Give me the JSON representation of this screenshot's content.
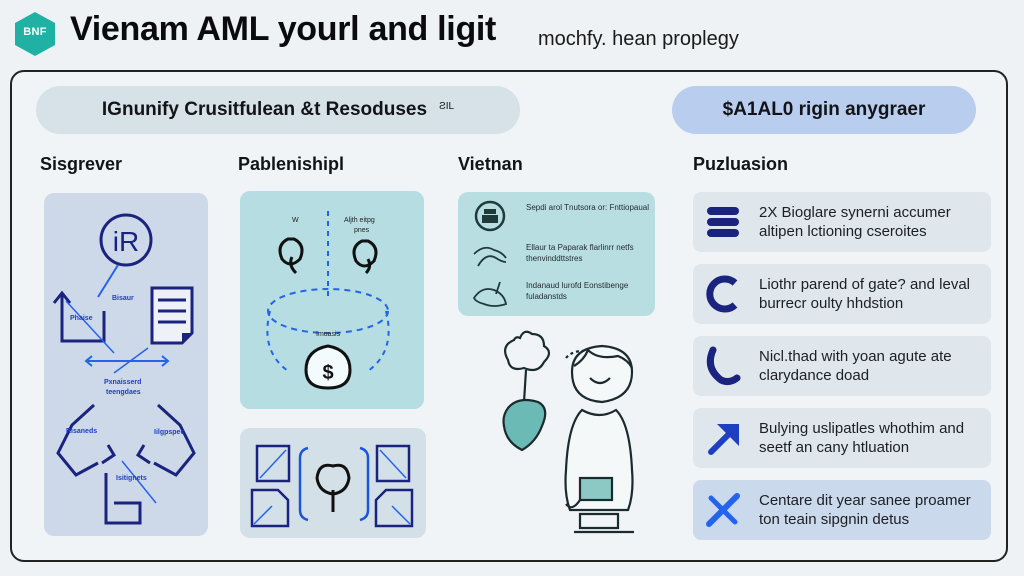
{
  "header": {
    "logo_text": "BNF",
    "title": "Vienam AML yourl and ligit",
    "subtitle": "mochfy. hean proplegy"
  },
  "pills": {
    "left_label": "IGnunify Crusitfulean &t Resoduses",
    "left_badge": "ƧIL",
    "right_label": "$A1AL0 rigin anygraer"
  },
  "columns": {
    "col1": "Sisgrever",
    "col2": "Pablenishipl",
    "col3": "Vietnan",
    "col4": "Puzluasion"
  },
  "diagram_left": {
    "labels": [
      "Bisaur",
      "Phaise",
      "Pxnaisserd",
      "teengdaes",
      "Risaneds",
      "Iilgpspec",
      "Isitignets"
    ],
    "icons": [
      "registered-circle-icon",
      "document-icon",
      "arrow-cycle-icon"
    ]
  },
  "diagram_mid": {
    "labels": [
      "W",
      "Aljth eitpg",
      "pnes",
      "Imuasis"
    ],
    "icons": [
      "snake-coin-icon",
      "dollar-coin-icon"
    ]
  },
  "viet_list": {
    "items": [
      {
        "icon": "cake-icon",
        "text": "Sepdi arol Tnutsora or: Fnttiopaual"
      },
      {
        "icon": "handshake-icon",
        "text": "Ellaur ta Paparak flarlinrr netfs thenvinddttstres"
      },
      {
        "icon": "hand-icon",
        "text": "Indanaud lurofd Eonstibenge fuladanstds"
      }
    ]
  },
  "illustration": {
    "icon": "person-with-balloon-icon"
  },
  "pushing_cards": [
    {
      "icon": "stack-icon",
      "text": "2X Bioglare synerni accumer altipen lctioning cseroites",
      "alt": false
    },
    {
      "icon": "c-shape-icon",
      "text": "Liothr parend of gate? and leval burrecr oulty hhdstion",
      "alt": false
    },
    {
      "icon": "phone-icon",
      "text": "Nicl.thad with yoan agute ate clarydance doad",
      "alt": false
    },
    {
      "icon": "arrow-up-right-icon",
      "text": "Bulying uslipatles whothim and seetf an cany htluation",
      "alt": false
    },
    {
      "icon": "close-x-icon",
      "text": "Centare dit year sanee proamer ton teain sipgnin detus",
      "alt": true
    }
  ],
  "colors": {
    "brand_teal": "#1fb2a4",
    "navy": "#1a237e",
    "blue": "#2563eb",
    "pill_right": "#b9cdee",
    "pill_left": "#d6e2e7"
  }
}
